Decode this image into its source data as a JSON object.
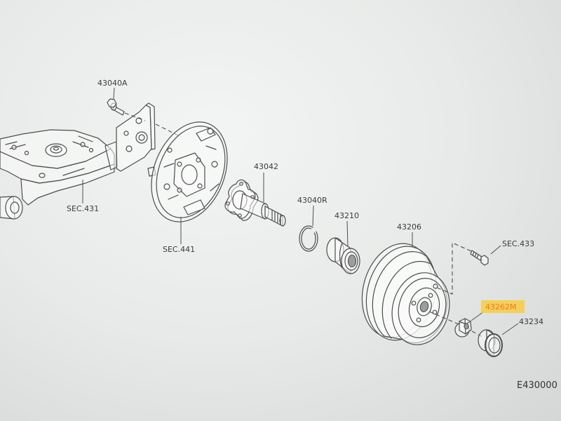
{
  "labels": {
    "p43040a": "43040A",
    "sec431": "SEC.431",
    "sec441": "SEC.441",
    "p43042": "43042",
    "p43040r": "43040R",
    "p43210": "43210",
    "p43206": "43206",
    "sec433": "SEC.433",
    "p43262m": "43262M",
    "p43234": "43234"
  },
  "figure_code": "E430000",
  "colors": {
    "highlight_fill": "#f8cd4a",
    "highlight_text": "#ee7b17",
    "line": "#4d4d4d",
    "label": "#3a3a3a"
  }
}
